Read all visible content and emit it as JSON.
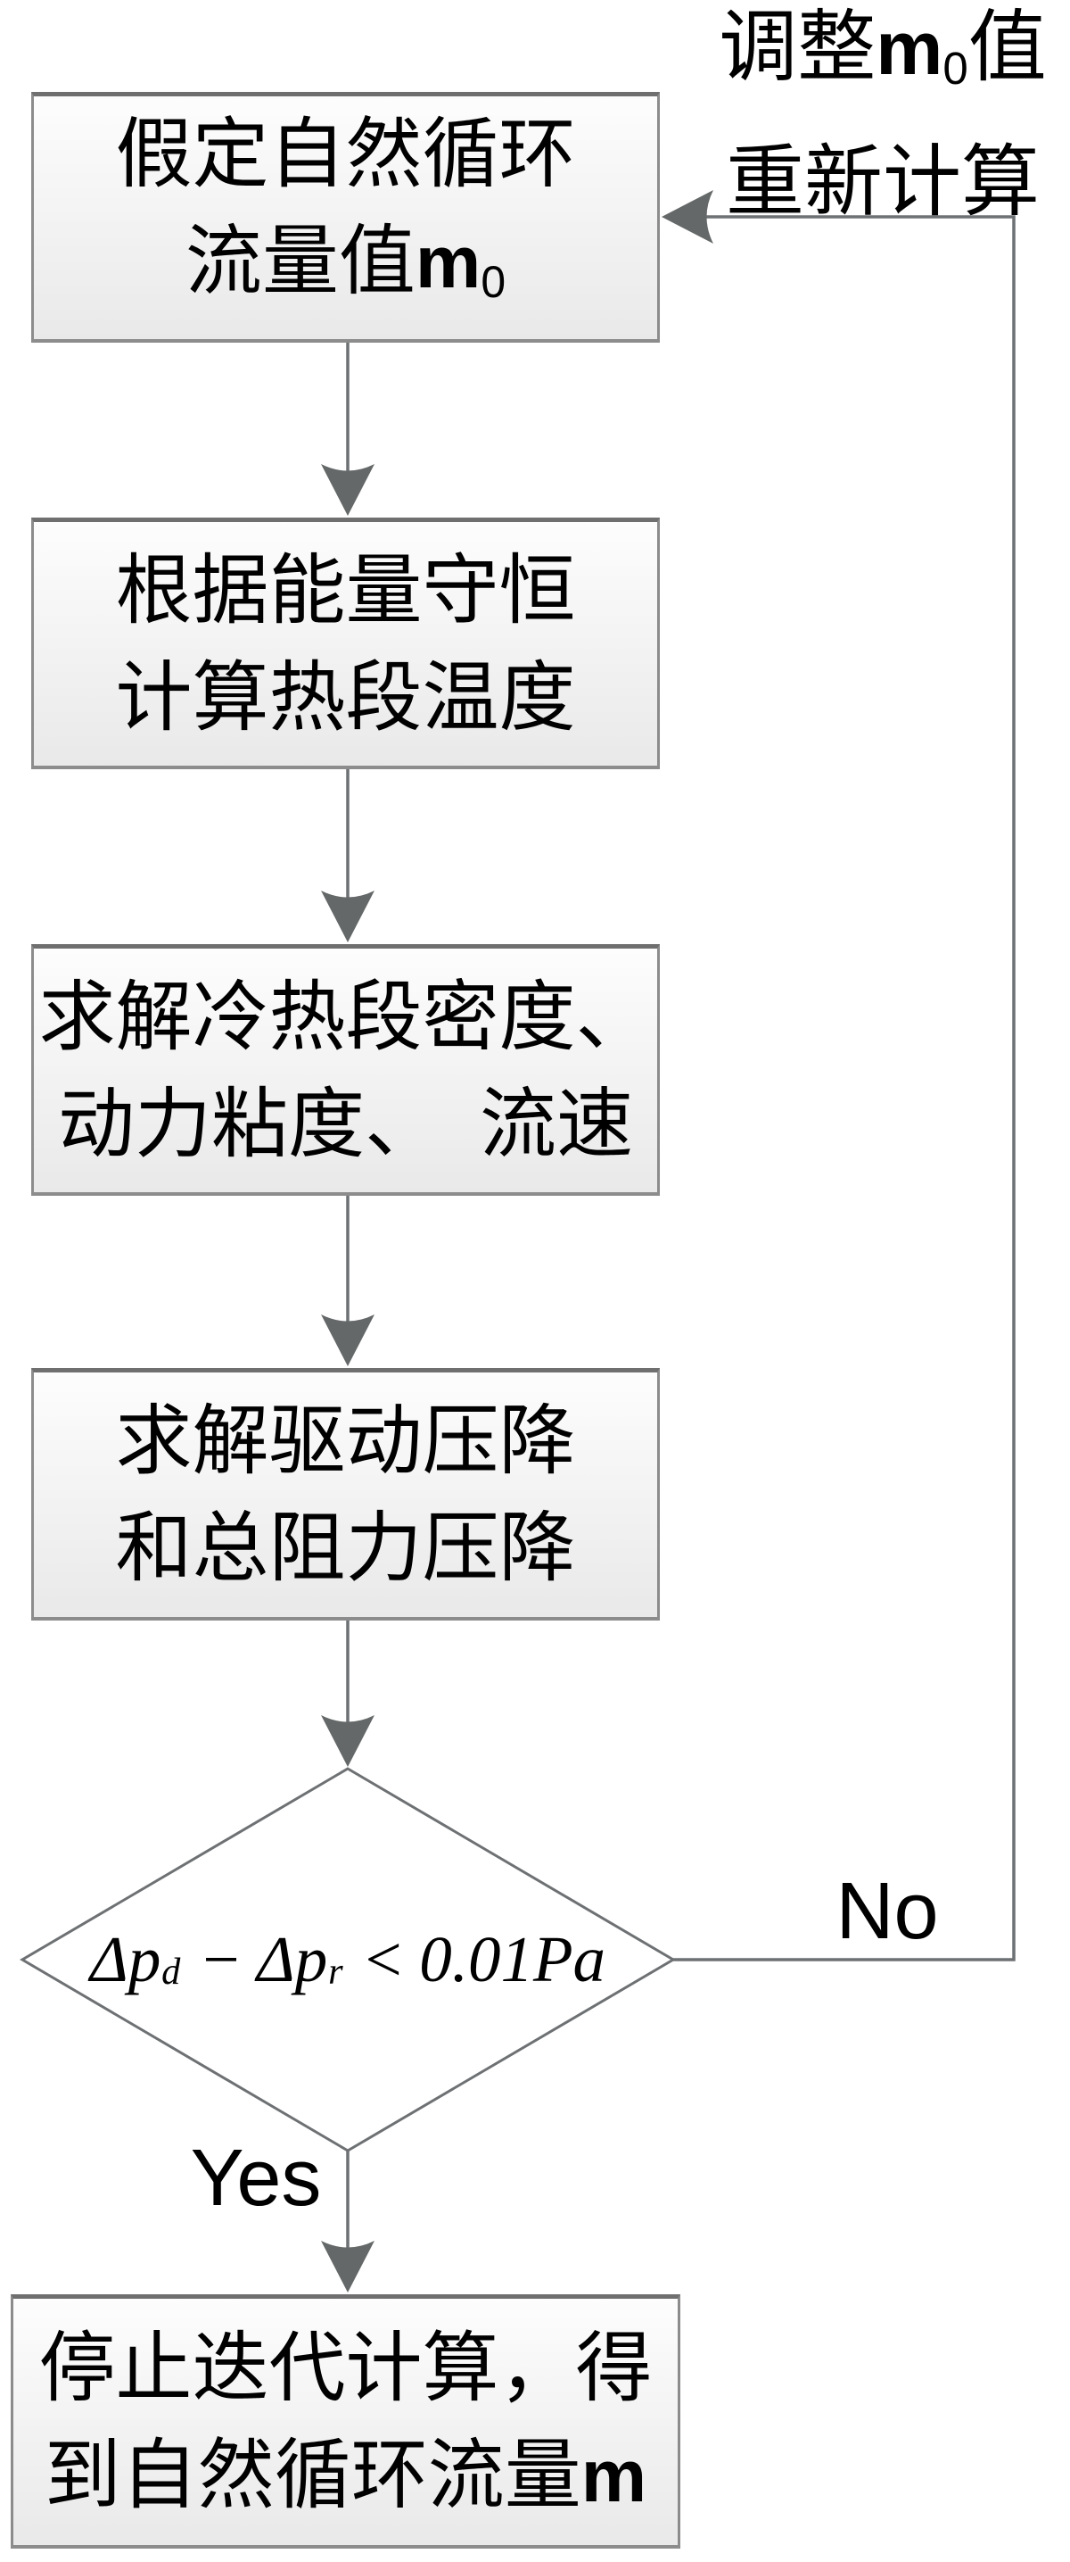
{
  "colors": {
    "line": "#6e7173",
    "arrowhead": "#656868",
    "box-border": "#8c8c8c",
    "box-border-top": "#6f6f6f",
    "box-fill-top": "#fdfdfd",
    "box-fill-bottom": "#e9e9e9",
    "diamond-fill": "#ffffff",
    "text": "#000000"
  },
  "loop_note": {
    "line1_prefix": "调整",
    "variable": "m",
    "subscript": "0",
    "line1_suffix": "值",
    "line2": "重新计算"
  },
  "branch_labels": {
    "no": "No",
    "yes": "Yes"
  },
  "nodes": {
    "assume": {
      "line1": "假定自然循环",
      "line2_prefix": "流量值",
      "variable": "m",
      "subscript": "0"
    },
    "energy": {
      "line1": "根据能量守恒",
      "line2": "计算热段温度"
    },
    "properties": {
      "line1": "求解冷热段密度、",
      "line2": "动力粘度、　流速"
    },
    "pressure": {
      "line1": "求解驱动压降",
      "line2": "和总阻力压降"
    },
    "decision": {
      "term1": "Δp",
      "term1_sub": "d",
      "operator": "−",
      "term2": "Δp",
      "term2_sub": "r",
      "relation": "<",
      "value": "0.01",
      "unit": "Pa"
    },
    "stop": {
      "line1": "停止迭代计算，得",
      "line2_prefix": "到自然循环流量",
      "variable": "m"
    }
  }
}
